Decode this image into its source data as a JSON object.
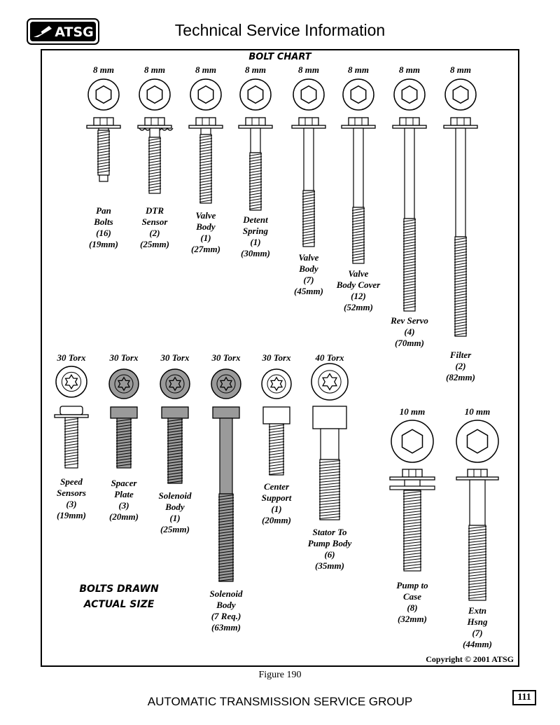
{
  "header": {
    "logo_text": "ATSG",
    "title": "Technical Service Information"
  },
  "chart_title": "BOLT CHART",
  "bolts_row1": [
    {
      "size": "8 mm",
      "caption": [
        "Pan",
        "Bolts",
        "(16)",
        "(19mm)"
      ],
      "length_mm": 19
    },
    {
      "size": "8 mm",
      "caption": [
        "DTR",
        "Sensor",
        "(2)",
        "(25mm)"
      ],
      "length_mm": 25
    },
    {
      "size": "8 mm",
      "caption": [
        "Valve",
        "Body",
        "(1)",
        "(27mm)"
      ],
      "length_mm": 27
    },
    {
      "size": "8 mm",
      "caption": [
        "Detent",
        "Spring",
        "(1)",
        "(30mm)"
      ],
      "length_mm": 30
    },
    {
      "size": "8 mm",
      "caption": [
        "Valve",
        "Body",
        "(7)",
        "(45mm)"
      ],
      "length_mm": 45
    },
    {
      "size": "8 mm",
      "caption": [
        "Valve",
        "Body Cover",
        "(12)",
        "(52mm)"
      ],
      "length_mm": 52
    },
    {
      "size": "8 mm",
      "caption": [
        "Rev Servo",
        "(4)",
        "(70mm)"
      ],
      "length_mm": 70
    },
    {
      "size": "8 mm",
      "caption": [
        "Filter",
        "(2)",
        "(82mm)"
      ],
      "length_mm": 82
    }
  ],
  "bolts_row2": [
    {
      "size": "30 Torx",
      "caption": [
        "Speed",
        "Sensors",
        "(3)",
        "(19mm)"
      ],
      "length_mm": 19
    },
    {
      "size": "30 Torx",
      "caption": [
        "Spacer",
        "Plate",
        "(3)",
        "(20mm)"
      ],
      "length_mm": 20
    },
    {
      "size": "30 Torx",
      "caption": [
        "Solenoid",
        "Body",
        "(1)",
        "(25mm)"
      ],
      "length_mm": 25
    },
    {
      "size": "30 Torx",
      "caption": [
        "Solenoid",
        "Body",
        "(7 Req.)",
        "(63mm)"
      ],
      "length_mm": 63
    },
    {
      "size": "30 Torx",
      "caption": [
        "Center",
        "Support",
        "(1)",
        "(20mm)"
      ],
      "length_mm": 20
    },
    {
      "size": "40 Torx",
      "caption": [
        "Stator To",
        "Pump Body",
        "(6)",
        "(35mm)"
      ],
      "length_mm": 35
    },
    {
      "size": "10 mm",
      "caption": [
        "Pump to",
        "Case",
        "(8)",
        "(32mm)"
      ],
      "length_mm": 32
    },
    {
      "size": "10 mm",
      "caption": [
        "Extn",
        "Hsng",
        "(7)",
        "(44mm)"
      ],
      "length_mm": 44
    }
  ],
  "note": [
    "BOLTS DRAWN",
    "ACTUAL SIZE"
  ],
  "copyright": "Copyright © 2001 ATSG",
  "figure": "Figure 190",
  "footer": "AUTOMATIC TRANSMISSION SERVICE GROUP",
  "page_number": "111"
}
